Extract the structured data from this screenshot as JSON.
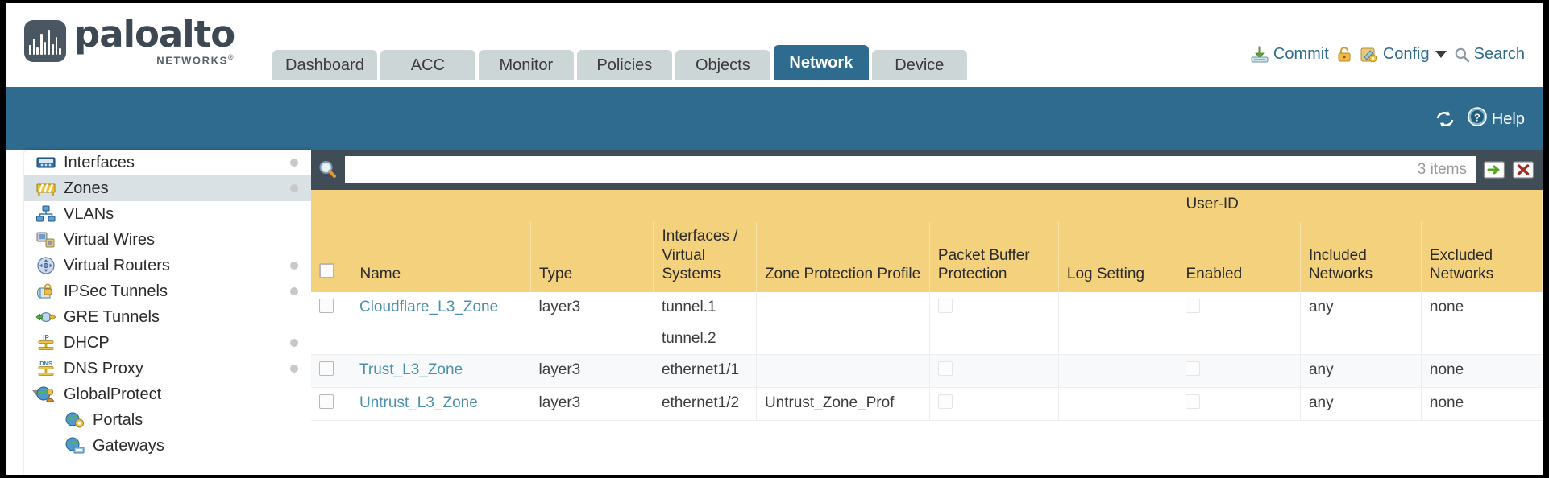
{
  "brand": {
    "word": "paloalto",
    "sub": "NETWORKS",
    "registered": "®"
  },
  "header": {
    "tabs": [
      {
        "label": "Dashboard",
        "active": false
      },
      {
        "label": "ACC",
        "active": false
      },
      {
        "label": "Monitor",
        "active": false
      },
      {
        "label": "Policies",
        "active": false
      },
      {
        "label": "Objects",
        "active": false
      },
      {
        "label": "Network",
        "active": true
      },
      {
        "label": "Device",
        "active": false
      }
    ],
    "actions": {
      "commit": "Commit",
      "config": "Config",
      "search": "Search"
    }
  },
  "bluebar": {
    "help": "Help"
  },
  "sidebar": {
    "items": [
      {
        "label": "Interfaces",
        "icon": "interfaces-icon",
        "selected": false,
        "dot": true,
        "child": false,
        "expander": false
      },
      {
        "label": "Zones",
        "icon": "zones-icon",
        "selected": true,
        "dot": true,
        "child": false,
        "expander": false
      },
      {
        "label": "VLANs",
        "icon": "vlans-icon",
        "selected": false,
        "dot": false,
        "child": false,
        "expander": false
      },
      {
        "label": "Virtual Wires",
        "icon": "virtual-wires-icon",
        "selected": false,
        "dot": false,
        "child": false,
        "expander": false
      },
      {
        "label": "Virtual Routers",
        "icon": "virtual-routers-icon",
        "selected": false,
        "dot": true,
        "child": false,
        "expander": false
      },
      {
        "label": "IPSec Tunnels",
        "icon": "ipsec-tunnels-icon",
        "selected": false,
        "dot": true,
        "child": false,
        "expander": false
      },
      {
        "label": "GRE Tunnels",
        "icon": "gre-tunnels-icon",
        "selected": false,
        "dot": false,
        "child": false,
        "expander": false
      },
      {
        "label": "DHCP",
        "icon": "dhcp-icon",
        "selected": false,
        "dot": true,
        "child": false,
        "expander": false
      },
      {
        "label": "DNS Proxy",
        "icon": "dns-proxy-icon",
        "selected": false,
        "dot": true,
        "child": false,
        "expander": false
      },
      {
        "label": "GlobalProtect",
        "icon": "globalprotect-icon",
        "selected": false,
        "dot": false,
        "child": false,
        "expander": true
      },
      {
        "label": "Portals",
        "icon": "portals-icon",
        "selected": false,
        "dot": false,
        "child": true,
        "expander": false
      },
      {
        "label": "Gateways",
        "icon": "gateways-icon",
        "selected": false,
        "dot": false,
        "child": true,
        "expander": false
      }
    ]
  },
  "search": {
    "value": "",
    "placeholder": "",
    "items_count": "3 items",
    "apply_icon": "arrow-right-icon",
    "clear_icon": "close-x-icon"
  },
  "table": {
    "group_header": "User-ID",
    "columns": [
      "Name",
      "Type",
      "Interfaces / Virtual Systems",
      "Zone Protection Profile",
      "Packet Buffer Protection",
      "Log Setting",
      "Enabled",
      "Included Networks",
      "Excluded Networks"
    ],
    "rows": [
      {
        "name": "Cloudflare_L3_Zone",
        "type": "layer3",
        "interfaces": [
          "tunnel.1",
          "tunnel.2"
        ],
        "zone_protection_profile": "",
        "packet_buffer_protection": false,
        "log_setting": "",
        "userid_enabled": false,
        "included_networks": "any",
        "excluded_networks": "none",
        "alt": false
      },
      {
        "name": "Trust_L3_Zone",
        "type": "layer3",
        "interfaces": [
          "ethernet1/1"
        ],
        "zone_protection_profile": "",
        "packet_buffer_protection": false,
        "log_setting": "",
        "userid_enabled": false,
        "included_networks": "any",
        "excluded_networks": "none",
        "alt": true
      },
      {
        "name": "Untrust_L3_Zone",
        "type": "layer3",
        "interfaces": [
          "ethernet1/2"
        ],
        "zone_protection_profile": "Untrust_Zone_Prof",
        "packet_buffer_protection": false,
        "log_setting": "",
        "userid_enabled": false,
        "included_networks": "any",
        "excluded_networks": "none",
        "alt": false
      }
    ]
  },
  "colors": {
    "brand_blue": "#2e6b8f",
    "header_amber": "#f4d17d",
    "group_amber": "#e0b551",
    "search_dark": "#414d56",
    "link_blue": "#4a90ab"
  }
}
